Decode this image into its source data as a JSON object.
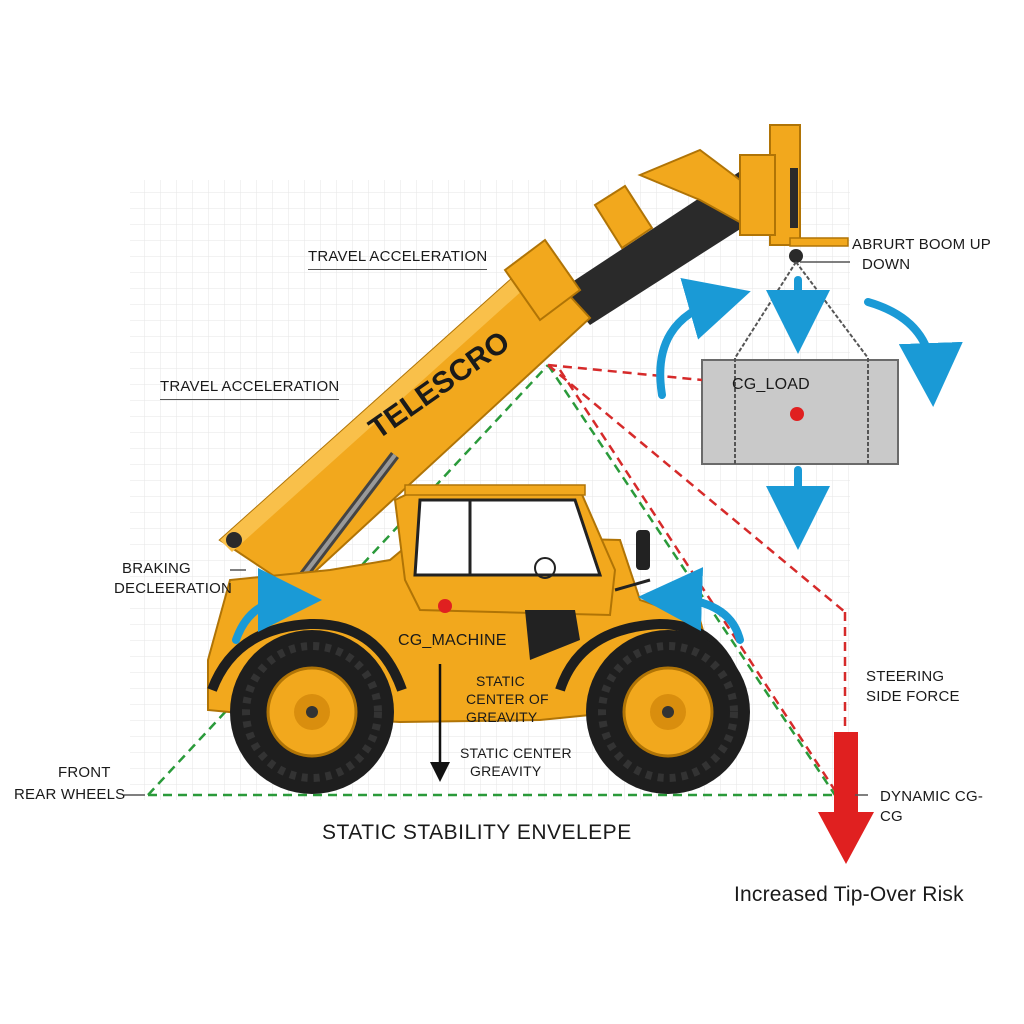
{
  "labels": {
    "travel_accel_top": "TRAVEL ACCELERATION",
    "travel_accel_left": "TRAVEL ACCELERATION",
    "boom_line1": "ABRURT BOOM UP",
    "boom_line2": "DOWN",
    "braking_line1": "BRAKING",
    "braking_line2": "DECLEERATION",
    "cg_machine": "CG_MACHINE",
    "static_cog_line1": "STATIC",
    "static_cog_line2": "CENTER OF",
    "static_cog_line3": "GREAVITY",
    "static_center_line1": "STATIC CENTER",
    "static_center_line2": "GREAVITY",
    "front_line1": "FRONT",
    "front_line2": "REAR WHEELS",
    "steering_line1": "STEERING",
    "steering_line2": "SIDE FORCE",
    "dynamic_line1": "DYNAMIC CG-",
    "dynamic_line2": "CG",
    "envelope": "STATIC STABILITY ENVELEPE",
    "tip_risk": "Increased Tip-Over Risk",
    "cg_load": "CG_LOAD",
    "boom_brand": "TELESCRO"
  },
  "colors": {
    "machine_yellow": "#f2a81d",
    "machine_dark_yellow": "#d98e0e",
    "tire_black": "#1e1e1e",
    "arrow_blue": "#1a9ad6",
    "envelope_green": "#2a9a3a",
    "dynamic_red": "#d62a2a",
    "load_grey": "#c9c9c9",
    "grid": "#e6e6e6"
  }
}
